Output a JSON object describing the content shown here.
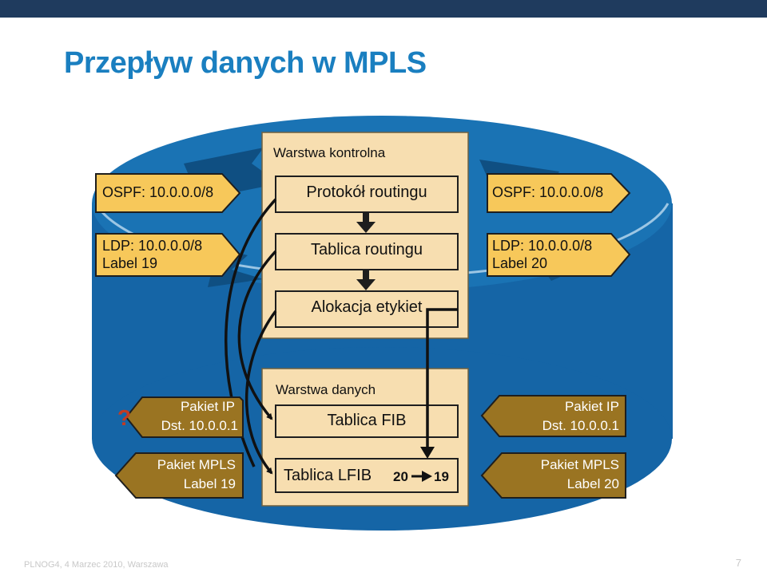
{
  "title": "Przepływ danych w MPLS",
  "control_plane": {
    "heading": "Warstwa kontrolna",
    "routing_protocol": "Protokół routingu",
    "routing_table": "Tablica routingu",
    "label_allocation": "Alokacja etykiet"
  },
  "data_plane": {
    "heading": "Warstwa danych",
    "fib": "Tablica FIB",
    "lfib_label": "Tablica LFIB",
    "lfib_in": "20",
    "lfib_out": "19"
  },
  "left": {
    "ospf": "OSPF: 10.0.0.0/8",
    "ldp_line1": "LDP: 10.0.0.0/8",
    "ldp_line2": "Label 19",
    "ip_unknown": "?",
    "ip_line1": "Pakiet IP",
    "ip_line2": "Dst. 10.0.0.1",
    "mpls_line1": "Pakiet MPLS",
    "mpls_line2": "Label 19"
  },
  "right": {
    "ospf": "OSPF: 10.0.0.0/8",
    "ldp_line1": "LDP: 10.0.0.0/8",
    "ldp_line2": "Label 20",
    "ip_line1": "Pakiet IP",
    "ip_line2": "Dst. 10.0.0.1",
    "mpls_line1": "Pakiet MPLS",
    "mpls_line2": "Label 20"
  },
  "footer": "PLNOG4, 4 Marzec 2010, Warszawa",
  "page_number": "7",
  "colors": {
    "router": "#1a73b4",
    "router_dark": "#0f4f82",
    "box": "#f7deb0",
    "tag_yellow": "#f7c85a",
    "tag_brown": "#9a7422",
    "title": "#1a7fc0"
  }
}
